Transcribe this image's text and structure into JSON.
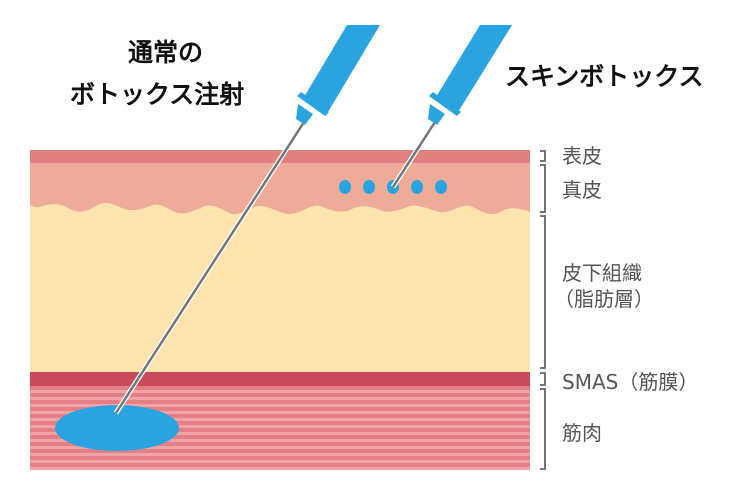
{
  "titles": {
    "normal_line1": "通常の",
    "normal_line2": "ボトックス注射",
    "skin": "スキンボトックス"
  },
  "layers": {
    "epidermis": "表皮",
    "dermis": "真皮",
    "subcutaneous_line1": "皮下組織",
    "subcutaneous_line2": "（脂肪層）",
    "smas": "SMAS（筋膜）",
    "muscle": "筋肉"
  },
  "colors": {
    "epidermis": "#e0807f",
    "dermis": "#eeab9a",
    "fat": "#fde3ad",
    "smas": "#c94a5c",
    "muscle": "#e47f86",
    "muscle_stripe": "#f0a3a7",
    "syringe": "#2aa4de",
    "needle": "#777777",
    "bracket": "#666666"
  }
}
